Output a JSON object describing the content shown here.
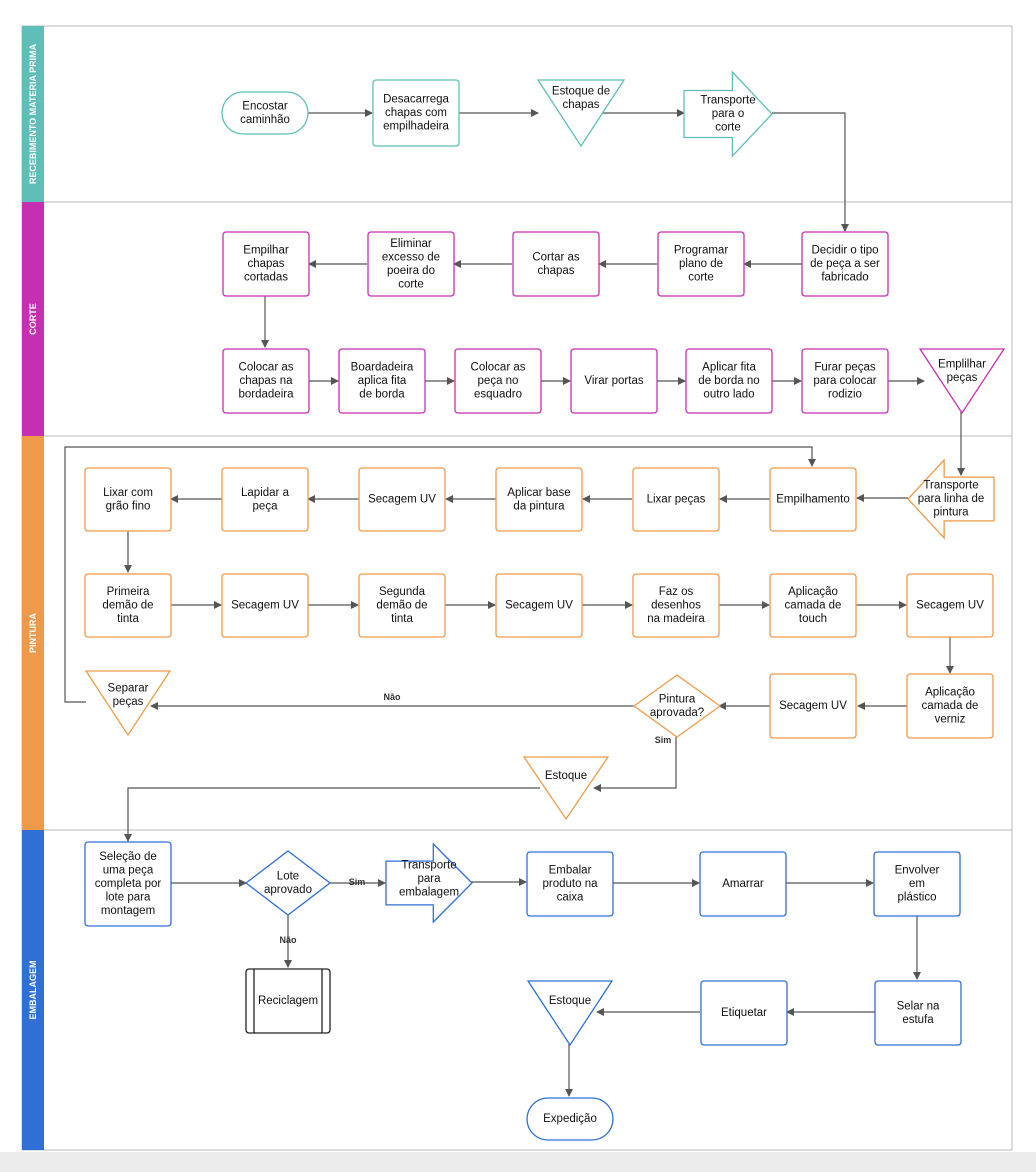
{
  "colors": {
    "recebimento": "#5fbfb8",
    "corte": "#c72fb2",
    "pintura": "#ef9a4a",
    "embalagem": "#2f6fd6",
    "arrow": "#555555"
  },
  "lanes": {
    "recebimento": "RECEBIMENTO MATERIA PRIMA",
    "corte": "CORTE",
    "pintura": "PINTURA",
    "embalagem": "EMBALAGEM"
  },
  "shapes": {
    "encostar": "Encostar caminhão",
    "descarrega": "Desacarrega chapas com empilhadeira",
    "estoque_chapas": "Estoque de chapas",
    "transporte_corte": "Transporte para o corte",
    "decidir": "Decidir o tipo de peça a ser fabricado",
    "programar": "Programar plano de corte",
    "cortar": "Cortar as chapas",
    "eliminar": "Eliminar excesso de poeira do corte",
    "empilhar_chapas": "Empilhar chapas cortadas",
    "colocar_bordadeira": "Colocar as chapas na bordadeira",
    "boardadeira": "Boardadeira aplica fita de borda",
    "colocar_esquadro": "Colocar as peça no esquadro",
    "virar": "Virar portas",
    "aplicar_fita": "Aplicar fita de borda no outro lado",
    "furar": "Furar peças para colocar rodizio",
    "emplilhar": "Emplilhar peças",
    "transporte_pintura": "Transporte para linha de pintura",
    "empilhamento": "Empilhamento",
    "lixar_pecas": "Lixar peças",
    "aplicar_base": "Aplicar base da pintura",
    "secagem1": "Secagem UV",
    "lapidar": "Lapidar a peça",
    "lixar_grao": "Lixar com grão fino",
    "primeira": "Primeira demão de tinta",
    "secagem2": "Secagem UV",
    "segunda": "Segunda demão de tinta",
    "secagem3": "Secagem UV",
    "desenhos": "Faz os desenhos na madeira",
    "touch": "Aplicação camada de touch",
    "secagem4": "Secagem UV",
    "verniz": "Aplicação camada de verniz",
    "secagem5": "Secagem UV",
    "pintura_aprovada": "Pintura aprovada?",
    "separar": "Separar peças",
    "estoque_pintura": "Estoque",
    "selecao": "Seleção de uma peça completa por lote para montagem",
    "lote": "Lote aprovado",
    "transporte_embalagem": "Transporte para embalagem",
    "embalar": "Embalar produto na caixa",
    "amarrar": "Amarrar",
    "envolver": "Envolver em plástico",
    "reciclagem": "Reciclagem",
    "selar": "Selar na estufa",
    "etiquetar": "Etiquetar",
    "estoque_final": "Estoque",
    "expedicao": "Expedição"
  },
  "edge_labels": {
    "nao_pintura": "Não",
    "sim_pintura": "Sim",
    "sim_lote": "Sim",
    "nao_lote": "Não"
  }
}
